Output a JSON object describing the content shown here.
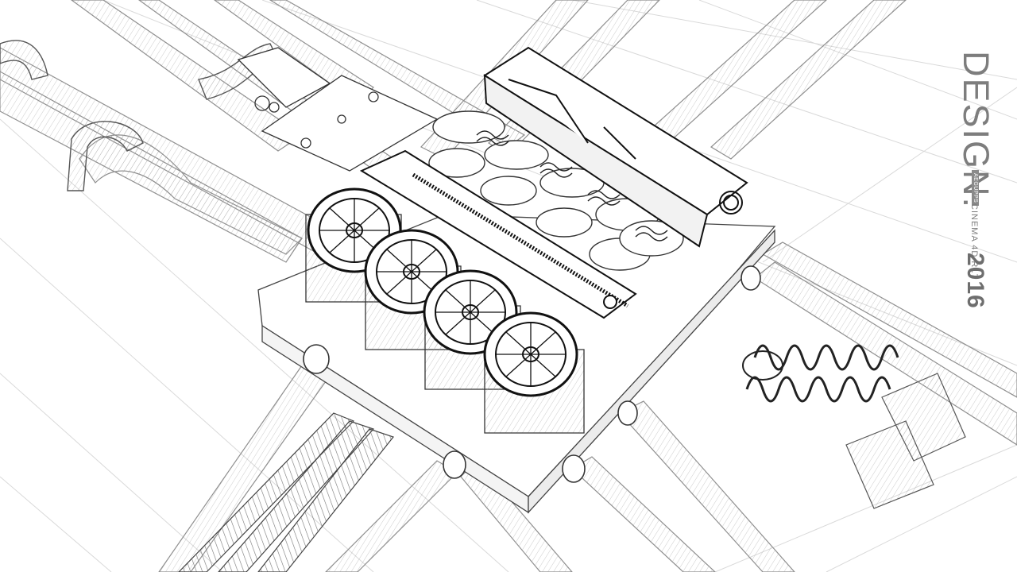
{
  "watermark": {
    "title": "DESIGN.",
    "badge": "AEGUPPS",
    "tool": "CINEMA 4D R17",
    "year": "2016"
  },
  "colors": {
    "line": "#2a2a2a",
    "light_line": "#9a9a9a",
    "paper": "#ffffff",
    "watermark": "#7d7d7d"
  }
}
